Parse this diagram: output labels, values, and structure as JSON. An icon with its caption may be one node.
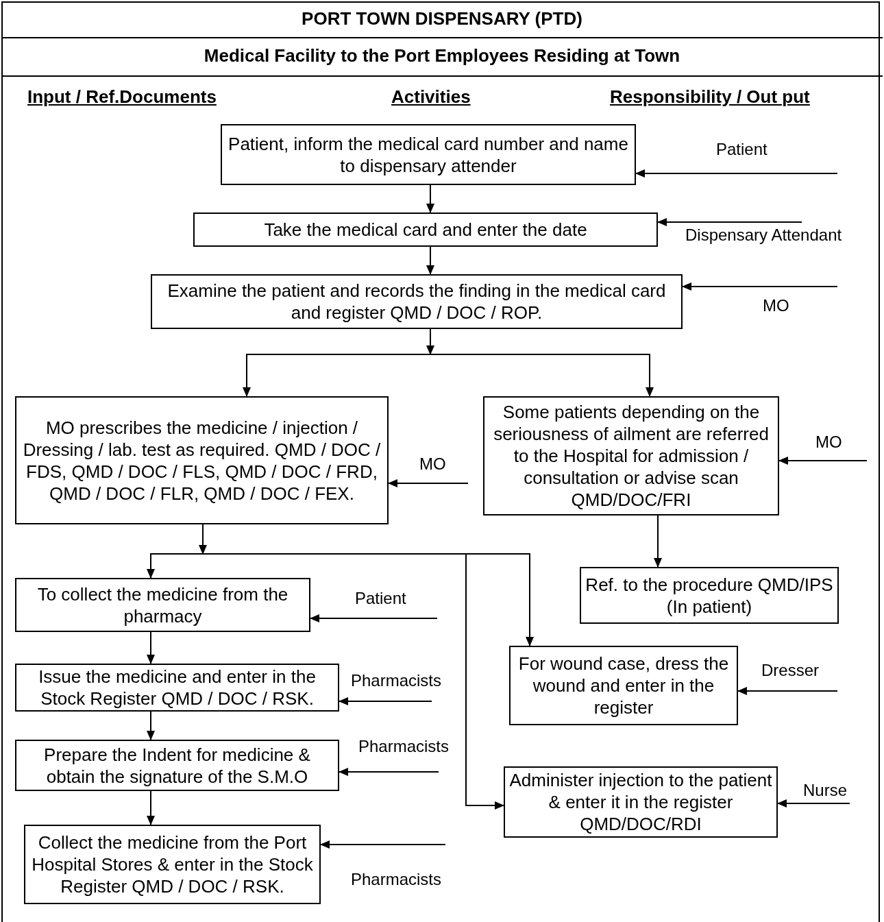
{
  "diagram": {
    "title": "PORT TOWN DISPENSARY (PTD)",
    "nodes": [
      {
        "text": [
          "Patient, inform the medical card number and name to dispensary attender"
        ]
      },
      {
        "text": [
          "Take the medical card and enter the date"
        ]
      },
      {
        "text": [
          "Examine the patient and records the finding in the medical card and register QMD / DOC / ROP."
        ]
      },
      {
        "text": [
          "MO prescribes the medicine / injection / Dressing / lab. test as required. QMD / DOC / FDS, QMD / DOC / FLS, QMD / DOC / FRD, QMD / DOC / FLR, QMD / DOC / FEX."
        ]
      },
      {
        "text": [
          "Some patients depending on the seriousness of ailment are referred to the Hospital for admission / consultation or advise scan QMD/DOC/FRI"
        ]
      },
      {
        "text": [
          "Ref. to the procedure QMD/IPS (In patient)"
        ]
      },
      {
        "text": [
          "To collect the medicine from the pharmacy"
        ]
      },
      {
        "text": [
          "For wound case, dress the wound and enter in the register"
        ]
      },
      {
        "text": [
          "Issue the medicine and enter in the Stock Register QMD / DOC / RSK."
        ]
      },
      {
        "text": [
          "Prepare the Indent for medicine & obtain the signature of the S.M.O"
        ]
      },
      {
        "text": [
          "Administer injection to the patient & enter it in the register QMD/DOC/RDI"
        ]
      },
      {
        "text": [
          "Collect the medicine from the Port Hospital Stores & enter in the Stock Register QMD / DOC / RSK."
        ]
      }
    ],
    "edges": [
      {
        "from": 0,
        "to": 1,
        "arrow": "to"
      },
      {
        "from": 1,
        "to": 2,
        "arrow": "to"
      },
      {
        "from": 2,
        "to": 3,
        "arrow": "to"
      },
      {
        "from": 2,
        "to": 4,
        "arrow": "to"
      },
      {
        "from": 4,
        "to": 5,
        "arrow": "to"
      },
      {
        "from": 3,
        "to": 6,
        "arrow": "to"
      },
      {
        "from": 3,
        "to": 7,
        "arrow": "to"
      },
      {
        "from": 3,
        "to": 10,
        "arrow": "to"
      },
      {
        "from": 6,
        "to": 8,
        "arrow": "to"
      },
      {
        "from": 8,
        "to": 9,
        "arrow": "to"
      },
      {
        "from": 9,
        "to": 11,
        "arrow": "to"
      },
      {
        "from": null,
        "to": 0,
        "arrow": "to",
        "label": "Patient"
      },
      {
        "from": null,
        "to": 1,
        "arrow": "to",
        "label": "Dispensary Attendant"
      },
      {
        "from": null,
        "to": 2,
        "arrow": "to",
        "label": "MO"
      },
      {
        "from": null,
        "to": 3,
        "arrow": "to",
        "label": "MO"
      },
      {
        "from": null,
        "to": 4,
        "arrow": "to",
        "label": "MO"
      },
      {
        "from": null,
        "to": 6,
        "arrow": "to",
        "label": "Patient"
      },
      {
        "from": null,
        "to": 7,
        "arrow": "to",
        "label": "Dresser"
      },
      {
        "from": null,
        "to": 8,
        "arrow": "to",
        "label": "Pharmacists"
      },
      {
        "from": null,
        "to": 9,
        "arrow": "to",
        "label": "Pharmacists"
      },
      {
        "from": null,
        "to": 10,
        "arrow": "to",
        "label": "Nurse"
      },
      {
        "from": null,
        "to": 11,
        "arrow": "to",
        "label": "Pharmacists"
      }
    ],
    "labels": [
      "Medical Facility to the Port Employees Residing at Town",
      "Input / Ref.Documents",
      "Activities",
      "Responsibility / Out put"
    ]
  }
}
